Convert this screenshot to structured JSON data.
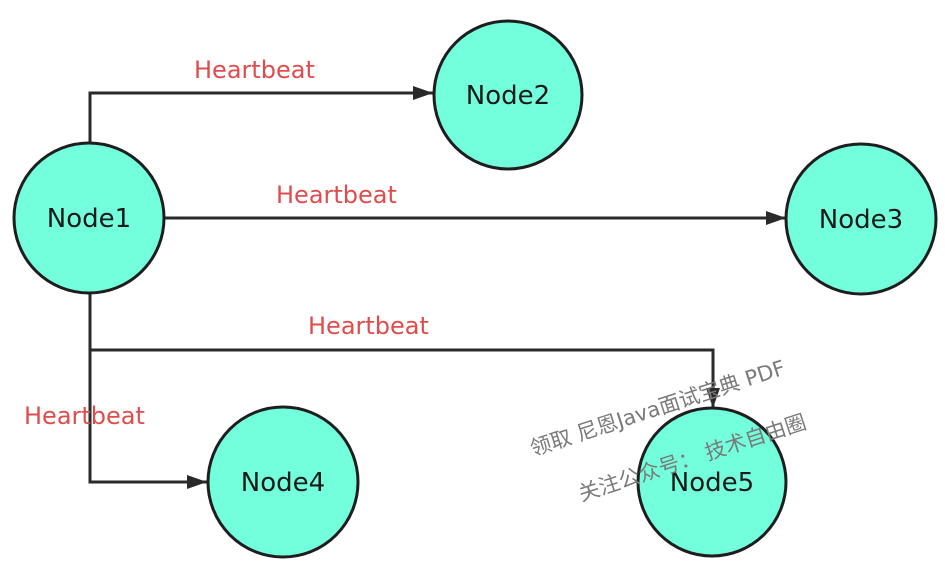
{
  "nodes": {
    "node1": "Node1",
    "node2": "Node2",
    "node3": "Node3",
    "node4": "Node4",
    "node5": "Node5"
  },
  "edges": {
    "to_node2": "Heartbeat",
    "to_node3": "Heartbeat",
    "to_node5": "Heartbeat",
    "to_node4": "Heartbeat"
  },
  "watermark": {
    "line1": "领取 尼恩Java面试宝典 PDF",
    "line2": "关注公众号： 技术自由圈"
  },
  "colors": {
    "node_fill": "#74ffdc",
    "label_color": "#e04c4c",
    "stroke": "#2a2a2a"
  }
}
